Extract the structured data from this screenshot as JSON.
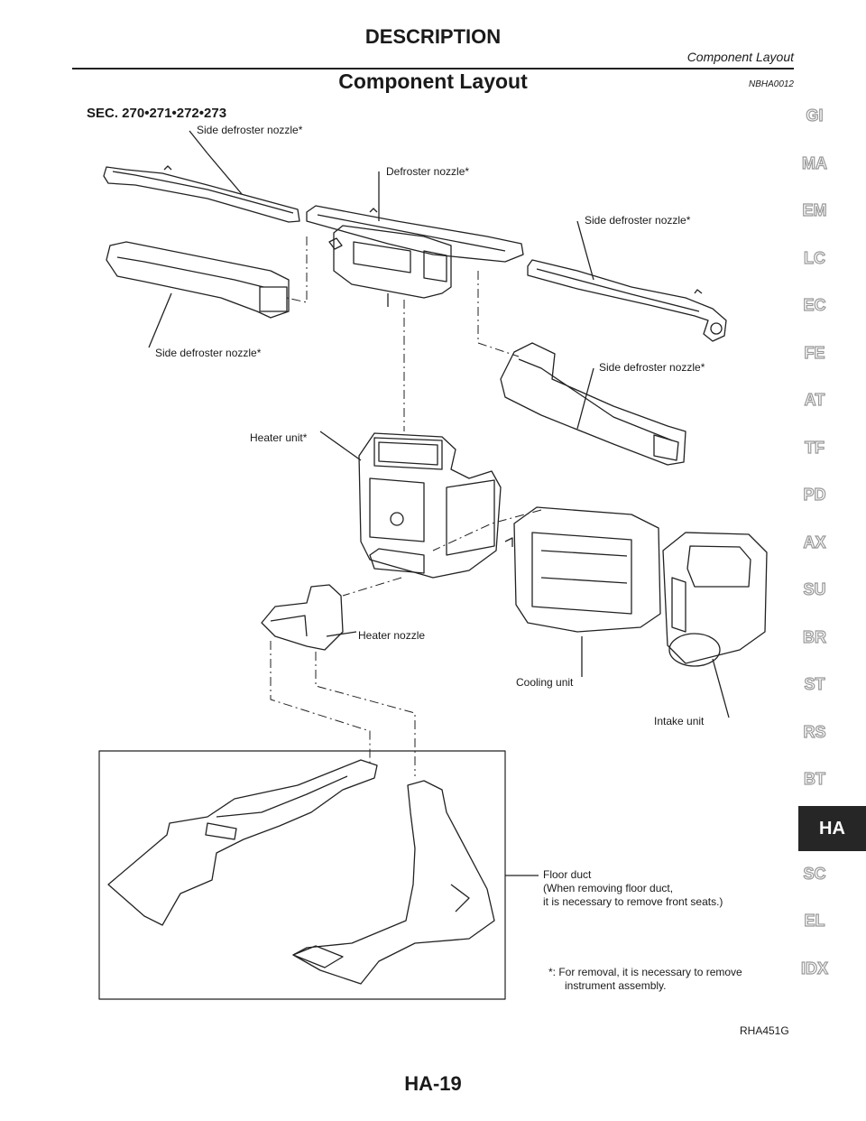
{
  "header": {
    "section_title": "DESCRIPTION",
    "subtitle": "Component Layout"
  },
  "heading": "Component Layout",
  "reference_code": "NBHA0012",
  "section_label": "SEC. 270•271•272•273",
  "callouts": {
    "side_defroster_top": "Side defroster nozzle*",
    "defroster": "Defroster nozzle*",
    "side_defroster_right": "Side defroster nozzle*",
    "side_defroster_left": "Side defroster nozzle*",
    "side_defroster_lower_right": "Side defroster nozzle*",
    "heater_unit": "Heater unit*",
    "heater_nozzle": "Heater nozzle",
    "cooling_unit": "Cooling unit",
    "intake_unit": "Intake unit",
    "floor_duct_1": "Floor duct",
    "floor_duct_2": "(When removing floor duct,",
    "floor_duct_3": "it is necessary to remove front seats.)",
    "footnote_1": "*: For removal, it is necessary to remove",
    "footnote_2": "instrument assembly."
  },
  "figure_code": "RHA451G",
  "page_number": "HA-19",
  "side_tabs": [
    "GI",
    "MA",
    "EM",
    "LC",
    "EC",
    "FE",
    "AT",
    "TF",
    "PD",
    "AX",
    "SU",
    "BR",
    "ST",
    "RS",
    "BT",
    "HA",
    "SC",
    "EL",
    "IDX"
  ],
  "active_tab": "HA"
}
